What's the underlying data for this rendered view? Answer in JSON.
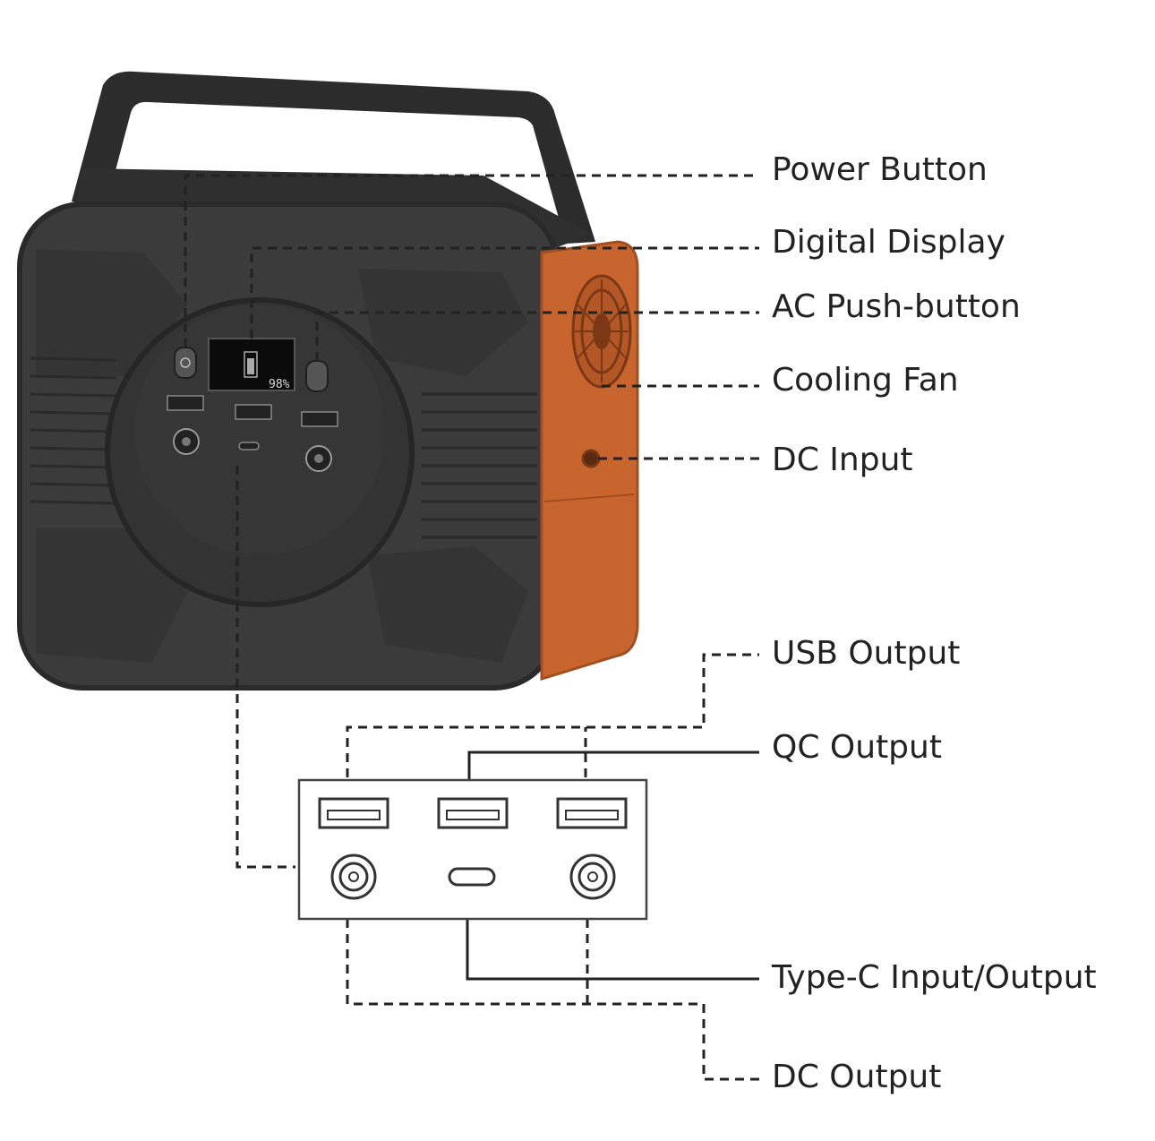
{
  "labels": {
    "power_button": "Power Button",
    "digital_display": "Digital Display",
    "ac_push_button": "AC Push-button",
    "cooling_fan": "Cooling Fan",
    "dc_input": "DC Input",
    "usb_output": "USB Output",
    "qc_output": "QC Output",
    "type_c_io": "Type-C Input/Output",
    "dc_output": "DC Output"
  },
  "display": {
    "percent": "98"
  },
  "colors": {
    "body": "#3b3b3b",
    "body_dark": "#2a2a2a",
    "accent": "#c8642e",
    "line": "#222222"
  }
}
